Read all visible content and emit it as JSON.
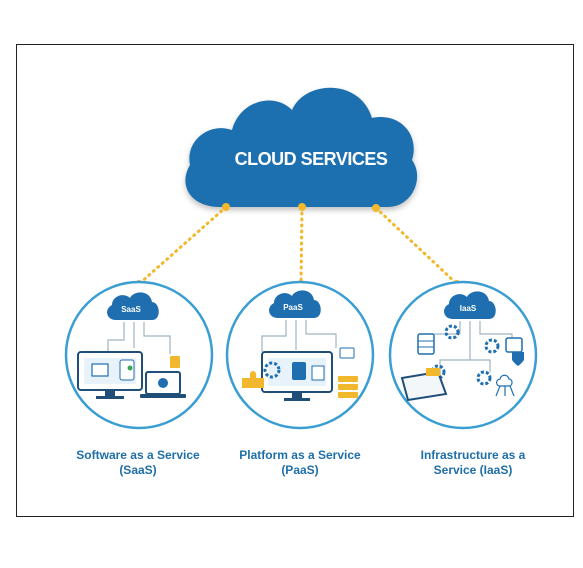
{
  "main_cloud": {
    "title": "CLOUD SERVICES"
  },
  "services": [
    {
      "badge": "SaaS",
      "caption_line1": "Software as a Service",
      "caption_line2": "(SaaS)"
    },
    {
      "badge": "PaaS",
      "caption_line1": "Platform as a Service",
      "caption_line2": "(PaaS)"
    },
    {
      "badge": "IaaS",
      "caption_line1": "Infrastructure as a",
      "caption_line2": "Service (IaaS)"
    }
  ],
  "colors": {
    "cloud_blue": "#1f6fb0",
    "connector_gold": "#f1b82d",
    "circle_outline": "#3a9ed3",
    "caption_blue": "#1f6ea8"
  }
}
